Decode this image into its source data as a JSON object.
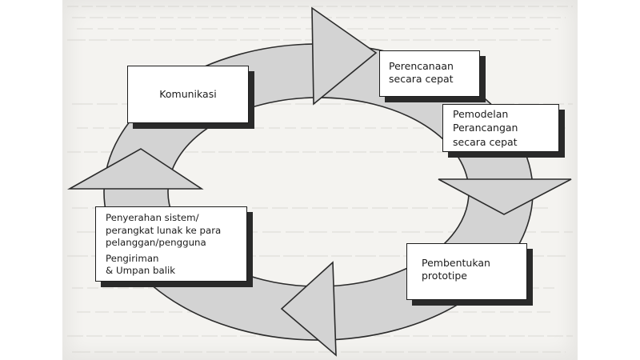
{
  "diagram": {
    "stages": {
      "komunikasi": {
        "lines": [
          "Komunikasi"
        ]
      },
      "perencanaan": {
        "lines": [
          "Perencanaan",
          "secara cepat"
        ]
      },
      "pemodelan": {
        "lines": [
          "Pemodelan",
          "Perancangan",
          "secara cepat"
        ]
      },
      "pembentukan": {
        "lines": [
          "Pembentukan",
          "prototipe"
        ]
      },
      "penyerahan": {
        "lines": [
          "Penyerahan sistem/",
          "perangkat lunak ke para",
          "pelanggan/pengguna",
          "Pengiriman",
          "& Umpan balik"
        ]
      }
    },
    "colors": {
      "arrow_fill": "#d3d3d3",
      "arrow_stroke": "#2b2b2b",
      "box_fill": "#ffffff",
      "box_border": "#1e1e1e",
      "box_shadow": "#2a2a2a"
    }
  }
}
